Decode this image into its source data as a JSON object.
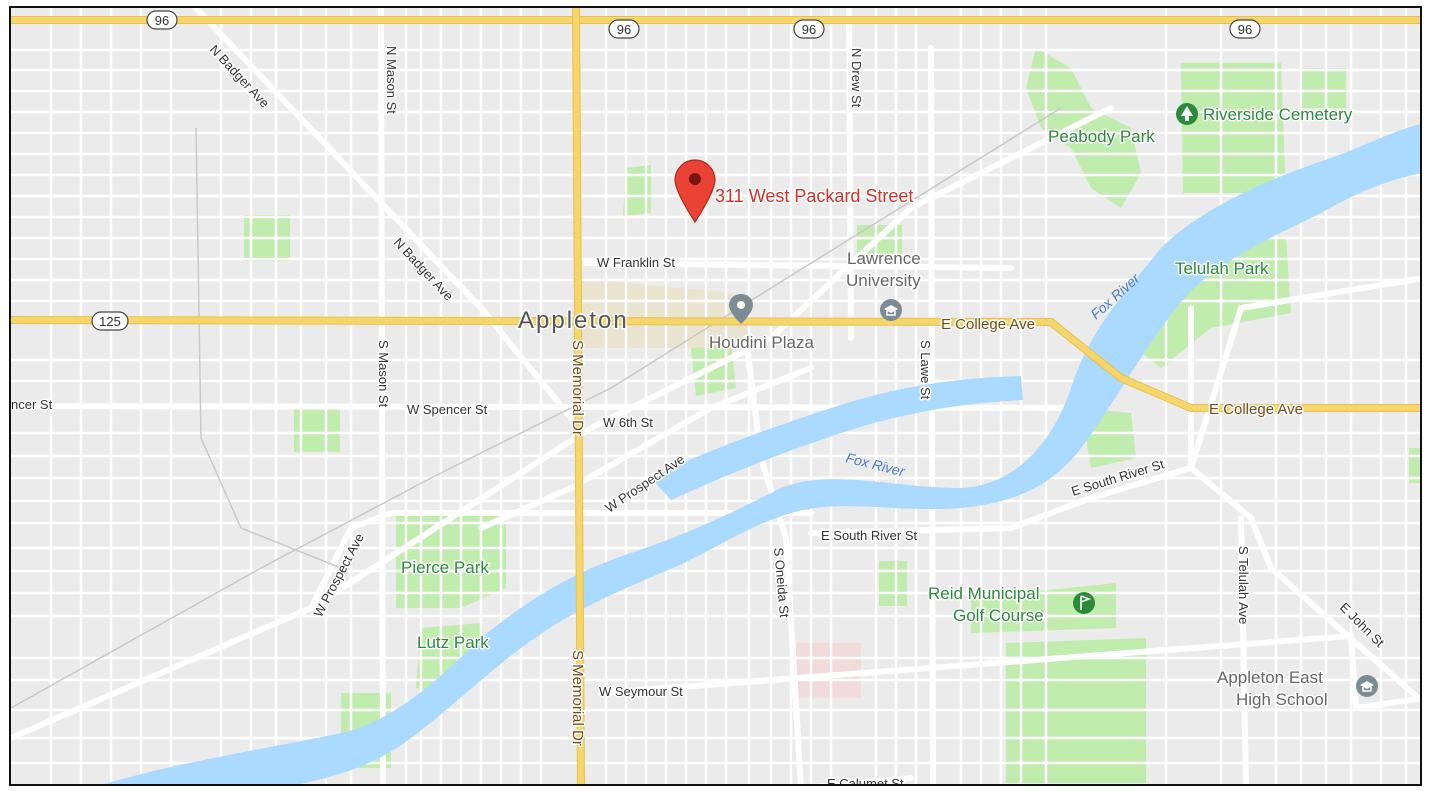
{
  "map": {
    "city": "Appleton",
    "marker": {
      "label": "311 West Packard Street",
      "icon": "map-pin-icon",
      "color": "#ea4335"
    },
    "colors": {
      "land": "#ebebeb",
      "water": "#aadaff",
      "park": "#c0ecae",
      "highway": "#f6d56b",
      "road": "#ffffff",
      "poi": "#7b8c95",
      "park_label": "#2a8c3a",
      "highway_label": "#7b4a12"
    },
    "route_shields": {
      "s1": "96",
      "s2": "96",
      "s3": "96",
      "s4": "96",
      "s5": "125"
    },
    "roads": {
      "n_badger_ave_1": "N Badger Ave",
      "n_badger_ave_2": "N Badger Ave",
      "n_mason_st": "N Mason St",
      "n_drew_st": "N Drew St",
      "w_franklin_st": "W Franklin St",
      "e_college_ave_1": "E College Ave",
      "e_college_ave_2": "E College Ave",
      "s_mason_st": "S Mason St",
      "s_memorial_dr_1": "S Memorial Dr",
      "s_memorial_dr_2": "S Memorial Dr",
      "s_lawe_st": "S Lawe St",
      "w_spencer_st_edge": "ncer St",
      "w_spencer_st": "W Spencer St",
      "w_6th_st": "W 6th St",
      "w_prospect_ave_1": "W Prospect Ave",
      "w_prospect_ave_2": "W Prospect Ave",
      "e_south_river_st_1": "E South River St",
      "e_south_river_st_2": "E South River St",
      "s_oneida_st": "S Oneida St",
      "s_telulah_ave": "S Telulah Ave",
      "e_john_st": "E John St",
      "w_seymour_st": "W Seymour St",
      "e_calumet_st": "E Calumet St"
    },
    "places": {
      "riverside_cemetery": "Riverside Cemetery",
      "peabody_park": "Peabody Park",
      "telulah_park": "Telulah Park",
      "lawrence_university_1": "Lawrence",
      "lawrence_university_2": "University",
      "houdini_plaza": "Houdini Plaza",
      "pierce_park": "Pierce Park",
      "lutz_park": "Lutz Park",
      "reid_golf_1": "Reid Municipal",
      "reid_golf_2": "Golf Course",
      "appleton_east_1": "Appleton East",
      "appleton_east_2": "High School"
    },
    "water_labels": {
      "fox_river_1": "Fox River",
      "fox_river_2": "Fox River"
    }
  }
}
